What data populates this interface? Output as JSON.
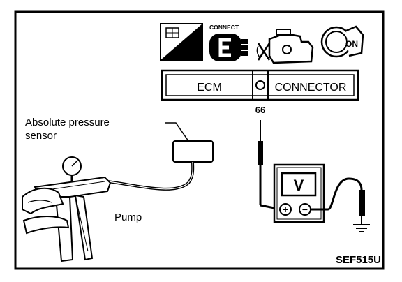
{
  "icons": {
    "hs_badge": "H.S.",
    "connect_caption": "CONNECT",
    "ignition_position": "ON"
  },
  "connector": {
    "ecm_label": "ECM",
    "connector_label": "CONNECTOR",
    "pin_number": "66"
  },
  "labels": {
    "sensor_line1": "Absolute pressure",
    "sensor_line2": "sensor",
    "pump": "Pump",
    "figure_code": "SEF515U"
  },
  "meter": {
    "display": "V",
    "plus_symbol": "+",
    "minus_symbol": "−"
  }
}
